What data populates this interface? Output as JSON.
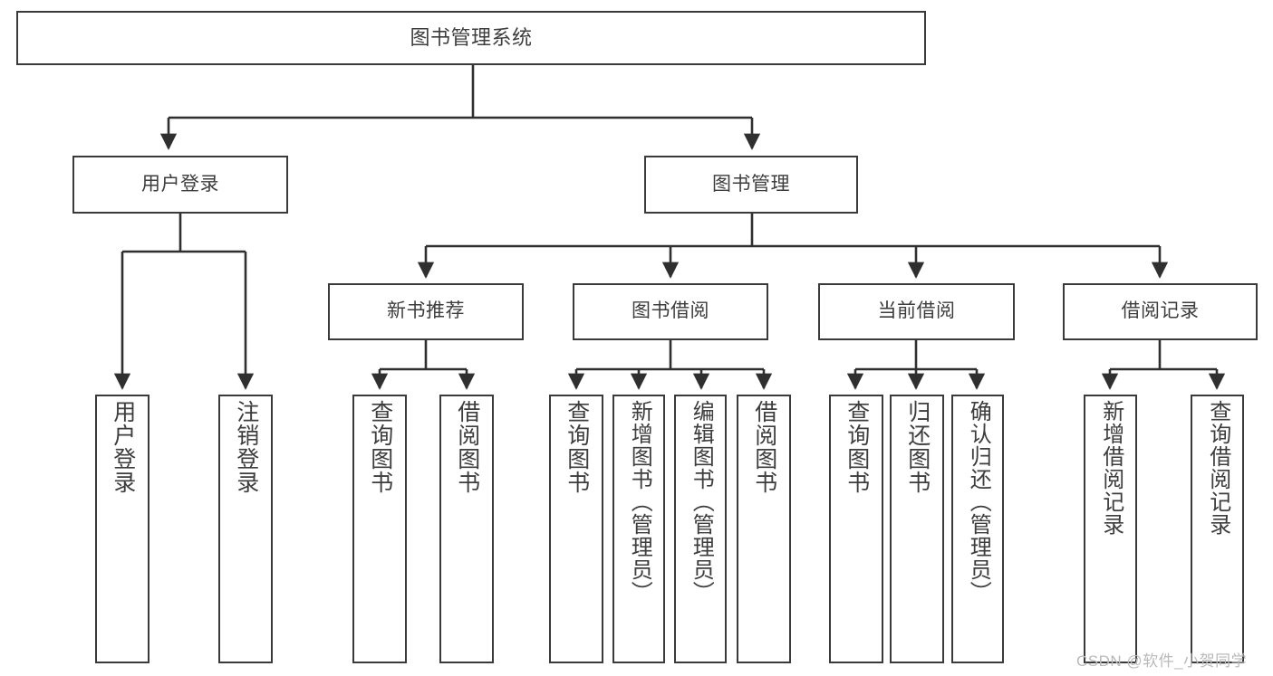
{
  "diagram": {
    "title": "图书管理系统",
    "type": "tree-hierarchy",
    "watermark": "CSDN @软件_小贺同学",
    "colors": {
      "box_border": "#3a3a3a",
      "text": "#3d3d3d",
      "connector": "#2f2f2f",
      "background": "#ffffff",
      "watermark": "#b9b9b9"
    },
    "nodes": {
      "root": {
        "label": "图书管理系统"
      },
      "level2": [
        {
          "label": "用户登录"
        },
        {
          "label": "图书管理"
        }
      ],
      "level3": [
        {
          "label": "新书推荐"
        },
        {
          "label": "图书借阅"
        },
        {
          "label": "当前借阅"
        },
        {
          "label": "借阅记录"
        }
      ],
      "leaves": {
        "user_login": [
          {
            "label": "用户登录"
          },
          {
            "label": "注销登录"
          }
        ],
        "new_book_recommend": [
          {
            "label": "查询图书"
          },
          {
            "label": "借阅图书"
          }
        ],
        "book_borrow": [
          {
            "label": "查询图书"
          },
          {
            "label": "新增图书（管理员）"
          },
          {
            "label": "编辑图书（管理员）"
          },
          {
            "label": "借阅图书"
          }
        ],
        "current_borrow": [
          {
            "label": "查询图书"
          },
          {
            "label": "归还图书"
          },
          {
            "label": "确认归还（管理员）"
          }
        ],
        "borrow_record": [
          {
            "label": "新增借阅记录"
          },
          {
            "label": "查询借阅记录"
          }
        ]
      }
    }
  }
}
